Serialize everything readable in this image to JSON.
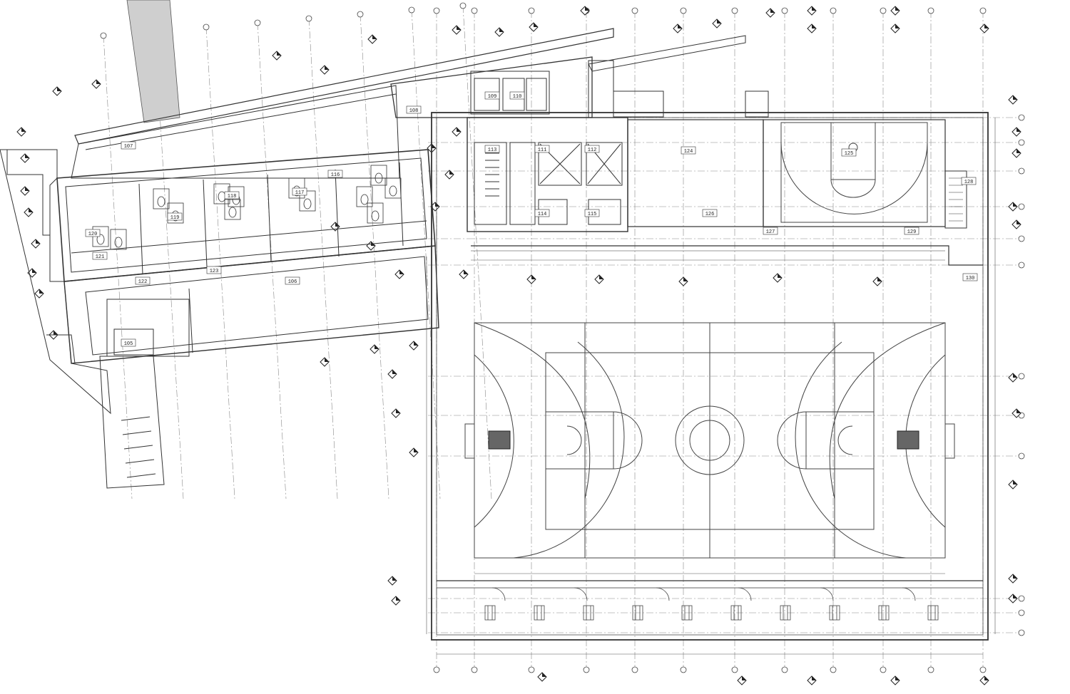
{
  "drawing": {
    "type": "architectural floor plan",
    "background": "#ffffff",
    "line_color": "#333333",
    "wall_fill": "#cfcfcf",
    "room_tags": [
      {
        "id": "room-tag-105",
        "label": "105"
      },
      {
        "id": "room-tag-106",
        "label": "106"
      },
      {
        "id": "room-tag-107",
        "label": "107"
      },
      {
        "id": "room-tag-108",
        "label": "108"
      },
      {
        "id": "room-tag-109",
        "label": "109"
      },
      {
        "id": "room-tag-110",
        "label": "110"
      },
      {
        "id": "room-tag-111",
        "label": "111"
      },
      {
        "id": "room-tag-112",
        "label": "112"
      },
      {
        "id": "room-tag-113",
        "label": "113"
      },
      {
        "id": "room-tag-114",
        "label": "114"
      },
      {
        "id": "room-tag-115",
        "label": "115"
      },
      {
        "id": "room-tag-116",
        "label": "116"
      },
      {
        "id": "room-tag-117",
        "label": "117"
      },
      {
        "id": "room-tag-118",
        "label": "118"
      },
      {
        "id": "room-tag-119",
        "label": "119"
      },
      {
        "id": "room-tag-120",
        "label": "120"
      },
      {
        "id": "room-tag-121",
        "label": "121"
      },
      {
        "id": "room-tag-122",
        "label": "122"
      },
      {
        "id": "room-tag-123",
        "label": "123"
      },
      {
        "id": "room-tag-124",
        "label": "124"
      },
      {
        "id": "room-tag-125",
        "label": "125"
      },
      {
        "id": "room-tag-126",
        "label": "126"
      },
      {
        "id": "room-tag-127",
        "label": "127"
      },
      {
        "id": "room-tag-128",
        "label": "128"
      },
      {
        "id": "room-tag-129",
        "label": "129"
      },
      {
        "id": "room-tag-130",
        "label": "130"
      }
    ]
  }
}
